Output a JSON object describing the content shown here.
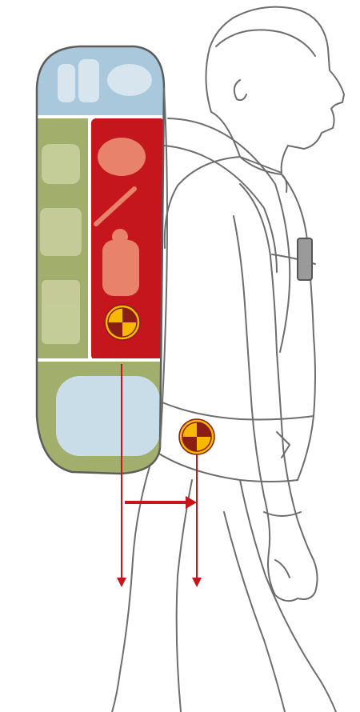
{
  "diagram": {
    "subject": "hiker-with-backpack",
    "packing_zones": [
      {
        "zone": "top",
        "color": "#a9c8dc"
      },
      {
        "zone": "core",
        "color": "#c4161c"
      },
      {
        "zone": "front",
        "color": "#a2ae6b"
      },
      {
        "zone": "bottom",
        "color": "#a2ae6b"
      }
    ],
    "center_of_gravity_markers": [
      {
        "name": "pack-center-of-gravity",
        "icon": "center-of-gravity-icon"
      },
      {
        "name": "body-center-of-gravity",
        "icon": "center-of-gravity-icon"
      }
    ],
    "arrow_color": "#c4161c",
    "outline_color": "#6d6d6d"
  }
}
